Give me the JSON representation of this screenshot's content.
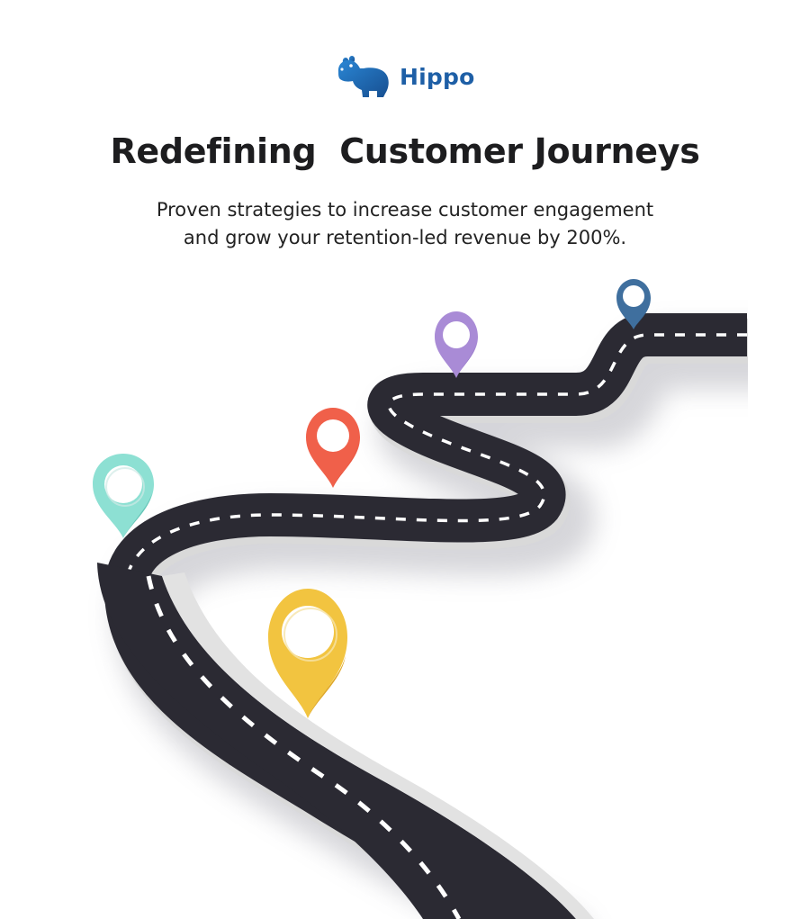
{
  "header": {
    "brand_name": "Hippo",
    "logo_icon": "hippo-logo-icon"
  },
  "hero": {
    "title": "Redefining  Customer Journeys",
    "subtitle_line1": "Proven strategies to increase customer engagement",
    "subtitle_line2": "and grow your retention-led revenue by 200%."
  },
  "illustration": {
    "type": "winding-road-with-map-pins",
    "road_color": "#2b2a33",
    "road_edge_color": "#d9d9d9",
    "dash_color": "#ffffff",
    "pins": [
      {
        "name": "map-pin-teal",
        "color": "#8de0d3"
      },
      {
        "name": "map-pin-red",
        "color": "#f0604a"
      },
      {
        "name": "map-pin-purple",
        "color": "#a98bd6"
      },
      {
        "name": "map-pin-blue",
        "color": "#3f6f9e"
      },
      {
        "name": "map-pin-yellow",
        "color": "#f2c440"
      }
    ]
  },
  "colors": {
    "brand": "#1e5fa6",
    "text": "#1d1d1f"
  }
}
